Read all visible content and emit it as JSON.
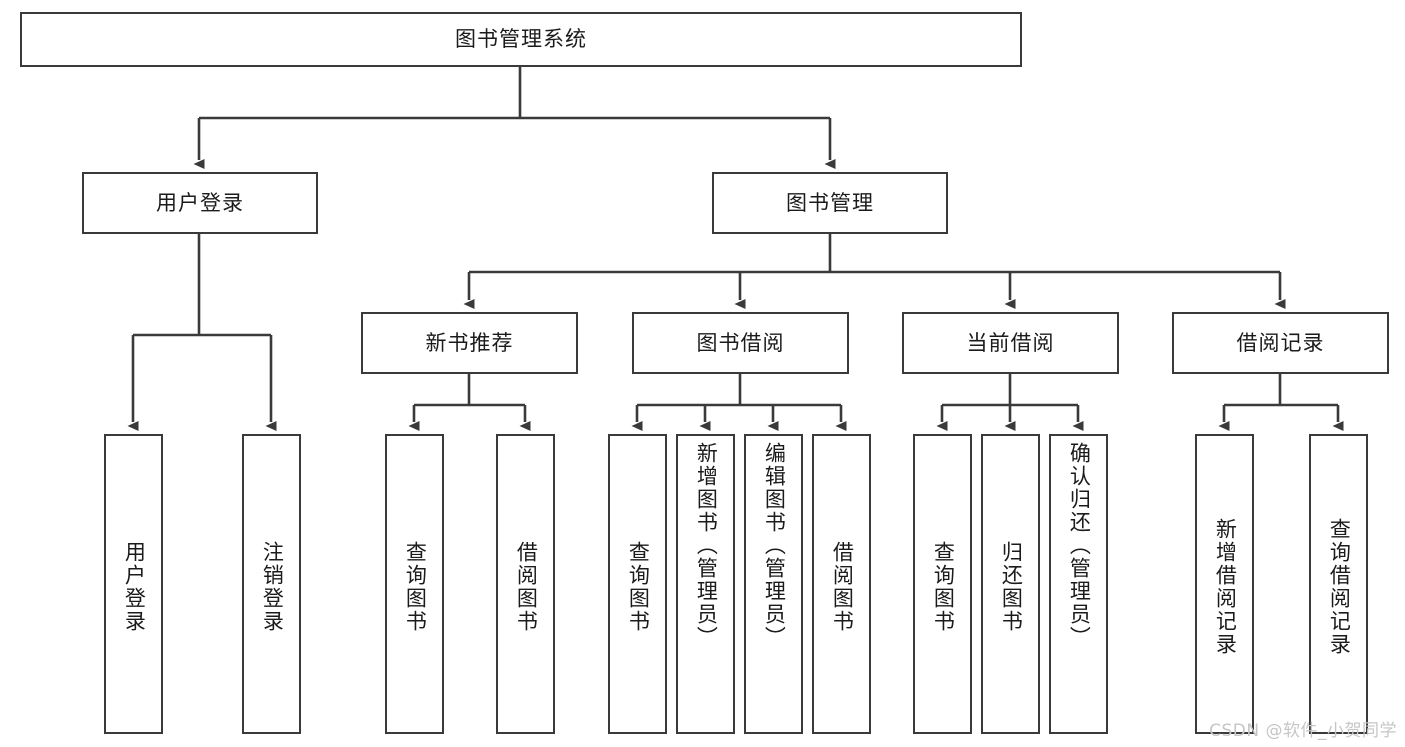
{
  "diagram": {
    "kind": "tree-hierarchy-chart",
    "title": "图书管理系统",
    "colors": {
      "background": "#ffffff",
      "node_border": "#3a3a3a",
      "node_fill": "#ffffff",
      "edge": "#3a3a3a",
      "text": "#1b1b1b",
      "watermark": "#c6c6c6"
    },
    "root": {
      "label": "图书管理系统"
    },
    "level1": [
      {
        "label": "用户登录"
      },
      {
        "label": "图书管理"
      }
    ],
    "level2": [
      {
        "label": "新书推荐"
      },
      {
        "label": "图书借阅"
      },
      {
        "label": "当前借阅"
      },
      {
        "label": "借阅记录"
      }
    ],
    "leaves": {
      "user_login": [
        {
          "label": "用户登录"
        },
        {
          "label": "注销登录"
        }
      ],
      "new_book_recommend": [
        {
          "label": "查询图书"
        },
        {
          "label": "借阅图书"
        }
      ],
      "book_borrow": [
        {
          "label": "查询图书"
        },
        {
          "label": "新增图书（管理员）"
        },
        {
          "label": "编辑图书（管理员）"
        },
        {
          "label": "借阅图书"
        }
      ],
      "current_borrow": [
        {
          "label": "查询图书"
        },
        {
          "label": "归还图书"
        },
        {
          "label": "确认归还（管理员）"
        }
      ],
      "borrow_record": [
        {
          "label": "新增借阅记录"
        },
        {
          "label": "查询借阅记录"
        }
      ]
    },
    "watermark": "CSDN @软件_小贺同学"
  }
}
